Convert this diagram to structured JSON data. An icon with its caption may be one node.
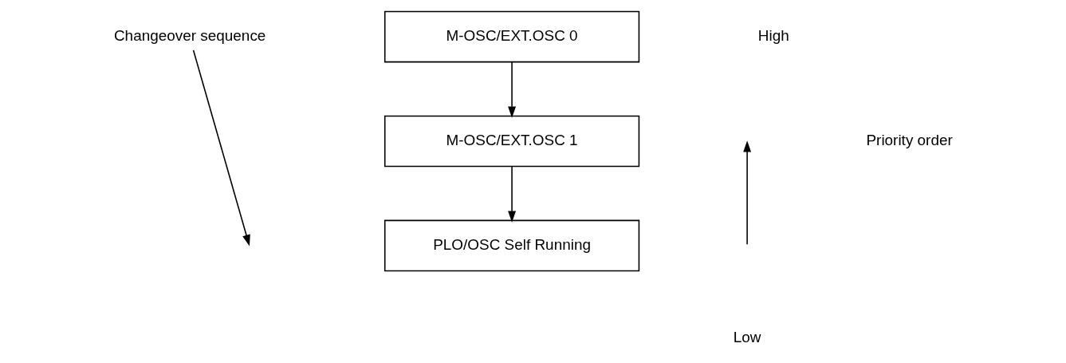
{
  "diagram": {
    "nodes": [
      {
        "text": [
          "M-OSC/EXT.OSC 0"
        ]
      },
      {
        "text": [
          "M-OSC/EXT.OSC 1"
        ]
      },
      {
        "text": [
          "PLO/OSC Self Running"
        ]
      }
    ],
    "edges": [
      {
        "from": 0,
        "to": 1,
        "arrow": "to"
      },
      {
        "from": 1,
        "to": 2,
        "arrow": "to"
      }
    ],
    "labels": [
      "Changeover sequence",
      "High",
      "Priority order",
      "Low"
    ]
  }
}
